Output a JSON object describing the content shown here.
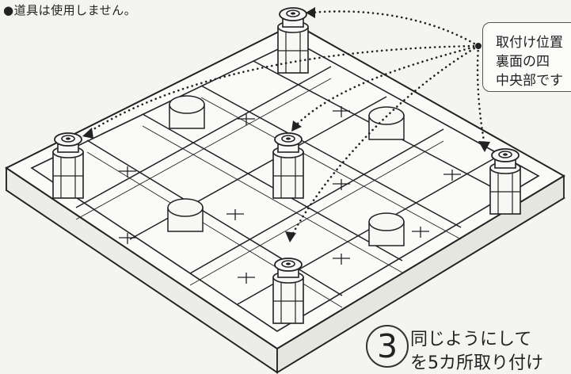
{
  "top_note": "●道具は使用しません。",
  "callout": {
    "line1": "取付け位置",
    "line2": "裏面の四",
    "line3": "中央部です"
  },
  "step": {
    "number": "3",
    "line1": "同じようにして",
    "line2": "を5カ所取り付け"
  }
}
